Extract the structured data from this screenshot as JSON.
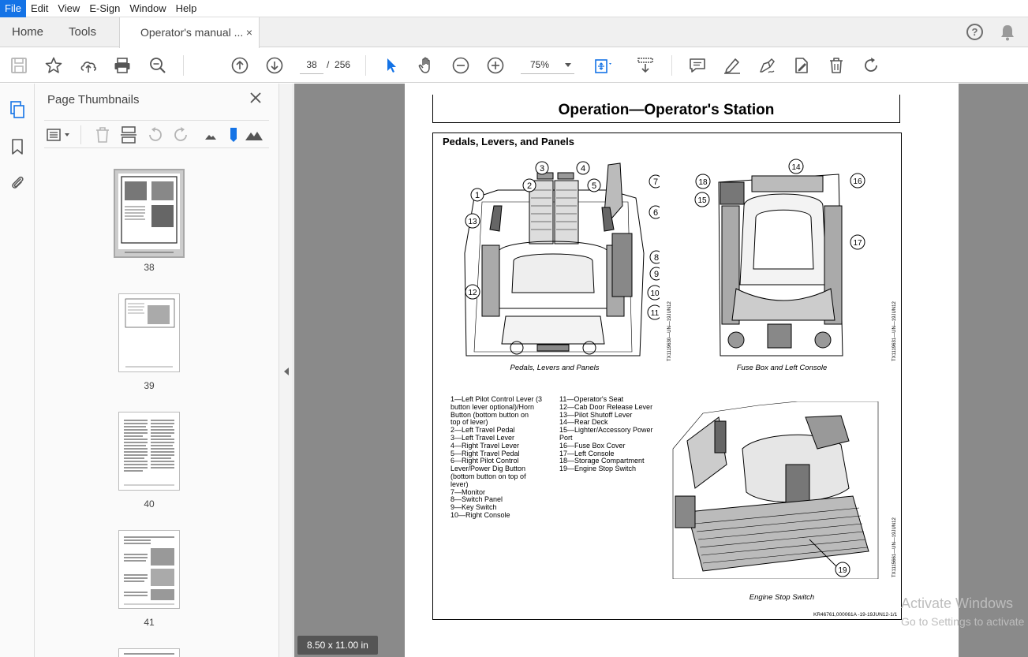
{
  "menu": {
    "items": [
      "File",
      "Edit",
      "View",
      "E-Sign",
      "Window",
      "Help"
    ]
  },
  "tabs": {
    "home": "Home",
    "tools": "Tools",
    "document": "Operator's manual ...",
    "close_glyph": "×"
  },
  "toolbar": {
    "current_page": "38",
    "page_separator": "/",
    "total_pages": "256",
    "zoom": "75%"
  },
  "thumbnails": {
    "title": "Page Thumbnails",
    "pages": [
      "38",
      "39",
      "40",
      "41"
    ]
  },
  "document": {
    "page_size": "8.50 x 11.00 in",
    "section_title": "Operation—Operator's Station",
    "subtitle": "Pedals, Levers, and Panels",
    "captions": {
      "fig1": "Pedals, Levers and Panels",
      "fig2": "Fuse Box and Left Console",
      "fig3": "Engine Stop Switch"
    },
    "figure_codes": {
      "fig1": "TX1119630—UN—19JUN12",
      "fig2": "TX1119631—UN—19JUN12",
      "fig3": "TX1115661—UN—19JUN12"
    },
    "legend_left": [
      "1—Left Pilot Control Lever (3",
      "    button lever optional)/Horn",
      "    Button (bottom button on",
      "    top of lever)",
      "2—Left Travel Pedal",
      "3—Left Travel Lever",
      "4—Right Travel Lever",
      "5—Right Travel Pedal",
      "6—Right Pilot Control",
      "    Lever/Power Dig Button",
      "    (bottom button on top of",
      "    lever)",
      "7—Monitor",
      "8—Switch Panel",
      "9—Key Switch",
      "10—Right Console"
    ],
    "legend_right": [
      "11—Operator's Seat",
      "12—Cab Door Release Lever",
      "13—Pilot Shutoff Lever",
      "14—Rear Deck",
      "15—Lighter/Accessory Power",
      "    Port",
      "16—Fuse Box Cover",
      "17—Left Console",
      "18—Storage Compartment",
      "19—Engine Stop Switch"
    ],
    "callouts_fig1": [
      "1",
      "2",
      "3",
      "4",
      "5",
      "6",
      "7",
      "8",
      "9",
      "10",
      "11",
      "12",
      "13"
    ],
    "callouts_fig2": [
      "14",
      "15",
      "16",
      "17",
      "18"
    ],
    "callouts_fig3": [
      "19"
    ],
    "footer_code": "KR46761,000061A -19-19JUN12-1/1"
  },
  "watermark": {
    "line1": "Activate Windows",
    "line2": "Go to Settings to activate"
  }
}
